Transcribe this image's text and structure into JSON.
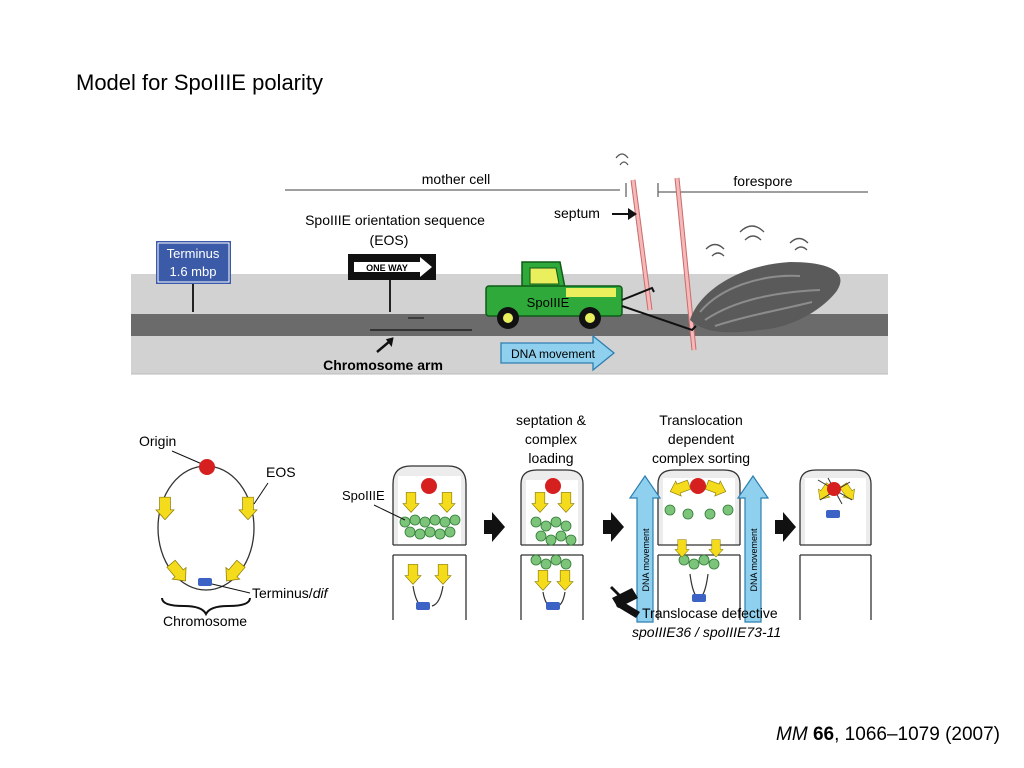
{
  "slide": {
    "title": "Model for SpoIIIE polarity",
    "citation": {
      "journal": "MM",
      "volume": "66",
      "pages": ", 1066–1079 (2007)"
    }
  },
  "top_panel": {
    "mother_cell": "mother cell",
    "forespore": "forespore",
    "septum": "septum",
    "eos_title": "SpoIIIE orientation sequence",
    "eos_abbrev": "(EOS)",
    "one_way": "ONE WAY",
    "terminus_sign": [
      "Terminus",
      "1.6 mbp"
    ],
    "truck_label": "SpoIIIE",
    "dna_movement": "DNA movement",
    "chromosome_arm": "Chromosome arm"
  },
  "bottom_panel": {
    "origin": "Origin",
    "eos": "EOS",
    "terminus_dif": "Terminus/",
    "dif": "dif",
    "chromosome": "Chromosome",
    "spoiiie": "SpoIIIE",
    "septation": [
      "septation &",
      "complex",
      "loading"
    ],
    "translocation": [
      "Translocation",
      "dependent",
      "complex sorting"
    ],
    "dna_movement_vertical": "DNA movement",
    "translocase_defective": "Translocase defective",
    "mutants": "spoIIIE36 / spoIIIE73-11"
  },
  "colors": {
    "road": "#d2d2d2",
    "road_dark": "#6b6b6b",
    "truck_green": "#2faa3a",
    "sign_blue": "#3b5aa8",
    "origin_red": "#d61f1f",
    "terminus_blue": "#3b62c4",
    "eos_yellow": "#f4dc1c",
    "dna_arrow": "#8fd0ef",
    "septum_pink": "#f2a3a3",
    "complex_green": "#7dc47b"
  }
}
